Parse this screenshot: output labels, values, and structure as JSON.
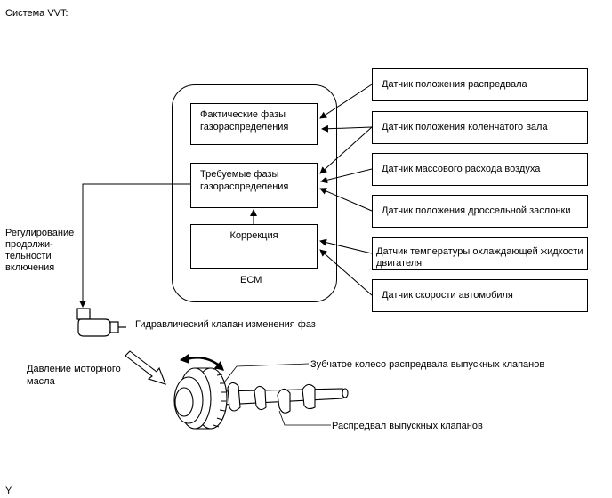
{
  "title": "Система VVT:",
  "ecm": {
    "label": "ECM",
    "actual_phases": "Фактические фазы газораспределения",
    "target_phases": "Требуемые фазы газораспределения",
    "correction": "Коррекция"
  },
  "sensors": {
    "camshaft_position": "Датчик положения распредвала",
    "crankshaft_position": "Датчик положения коленчатого вала",
    "mass_air_flow": "Датчик массового расхода воздуха",
    "throttle_position": "Датчик положения дроссельной заслонки",
    "coolant_temp": "Датчик температуры охлаждающей жидкости двигателя",
    "vehicle_speed": "Датчик скорости автомобиля"
  },
  "labels": {
    "duty_control": "Регулирование продолжи- тельности включения",
    "ocv": "Гидравлический клапан изменения фаз",
    "oil_pressure": "Давление моторного масла",
    "exhaust_gear": "Зубчатое колесо распредвала выпускных клапанов",
    "exhaust_camshaft": "Распредвал выпускных клапанов"
  },
  "footer_mark": "Y"
}
